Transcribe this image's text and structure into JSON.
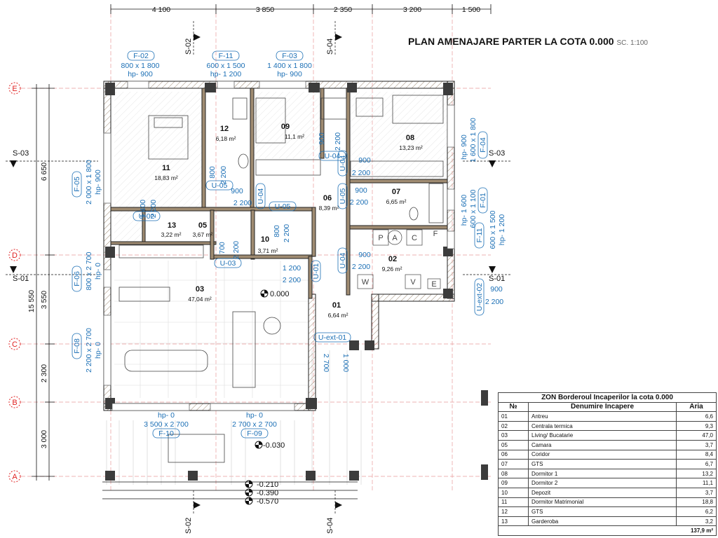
{
  "title": {
    "main": "PLAN AMENAJARE PARTER LA COTA 0.000",
    "scale": "SC. 1:100"
  },
  "top_dims": [
    "4 100",
    "3 850",
    "2 350",
    "3 200",
    "1 500"
  ],
  "left_dims": {
    "upper": "6 650",
    "d_c": "3 550",
    "c_b": "2 300",
    "b_a": "3 000",
    "total": "15 550"
  },
  "axes": [
    "E",
    "D",
    "C",
    "B",
    "A"
  ],
  "sections": {
    "s01": "S-01",
    "s02": "S-02",
    "s03": "S-03",
    "s04": "S-04"
  },
  "rooms": [
    {
      "no": "11",
      "area": "18,83 m²"
    },
    {
      "no": "12",
      "area": "6,18 m²"
    },
    {
      "no": "09",
      "area": "11,1 m²"
    },
    {
      "no": "08",
      "area": "13,23 m²"
    },
    {
      "no": "06",
      "area": "8,39 m²"
    },
    {
      "no": "07",
      "area": "6,65 m²"
    },
    {
      "no": "13",
      "area": "3,22 m²"
    },
    {
      "no": "05",
      "area": "3,67 m²"
    },
    {
      "no": "10",
      "area": "3,71 m²"
    },
    {
      "no": "02",
      "area": "9,26 m²"
    },
    {
      "no": "03",
      "area": "47,04 m²"
    },
    {
      "no": "01",
      "area": "6,64 m²"
    }
  ],
  "tags": {
    "f02": "F-02",
    "f02_dim": "800 x 1 800",
    "f02_hp": "hp- 900",
    "f11a": "F-11",
    "f11a_dim": "600 x 1 500",
    "f11a_hp": "hp- 1 200",
    "f03": "F-03",
    "f03_dim": "1 400 x 1 800",
    "f03_hp": "hp- 900",
    "f04": "F-04",
    "f04_hp": "hp- 900",
    "f04_dim": "1 600 x 1 800",
    "f01": "F-01",
    "f01_hp": "hp- 1 600",
    "f01_dim": "600 x 1 100",
    "f11b": "F-11",
    "f11b_dim": "600 x 1 500",
    "f11b_hp": "hp- 1 200",
    "f05": "F-05",
    "f05_dim": "2 000 x 1 800",
    "f05_hp": "hp- 900",
    "f06": "F-06",
    "f06_dim": "800 x 2 700",
    "f06_hp": "hp- 0",
    "f08": "F-08",
    "f08_dim": "2 200 x 2 700",
    "f08_hp": "hp- 0",
    "f10": "F-10",
    "f10_hp": "hp- 0",
    "f10_dim": "3 500 x 2 700",
    "f09": "F-09",
    "f09_hp": "hp- 0",
    "f09_dim": "2 700 x 2 700",
    "uext02": "U-ext-02",
    "uext02_w": "900",
    "uext02_h": "2 200",
    "uext01": "U-ext-01",
    "uext01_w": "1 000",
    "uext01_h": "2 700",
    "u01": "U-01",
    "u01_w": "1 200",
    "u01_h": "2 200",
    "u02": "U-02",
    "u02_w": "1 400",
    "u02_h": "2 200",
    "u03": "U-03",
    "u03_w": "700",
    "u03_h": "2 200",
    "u04a": "U-04",
    "u04a_w": "900",
    "u04a_h": "2 200",
    "u04b": "U-04",
    "u04b_w": "900",
    "u04b_h": "2 200",
    "u04c": "U-04",
    "u04c_w": "900",
    "u04c_h": "2 200",
    "u04d": "U-04",
    "u04d_w": "900",
    "u04d_h": "2 200",
    "u05a": "U-05",
    "u05a_w": "800",
    "u05a_h": "2 200",
    "u05b": "U-05",
    "u05b_w": "800",
    "u05b_h": "2 200",
    "u05c": "U-05",
    "u05c_w": "900",
    "u05c_h": "2 200"
  },
  "levels": {
    "main": "0.000",
    "terrace": "-0.030",
    "l1": "-0.210",
    "l2": "-0.390",
    "l3": "-0.570"
  },
  "fixtures": {
    "p": "P",
    "a": "A",
    "c": "C",
    "f": "F",
    "w": "W",
    "v": "V",
    "e": "E"
  },
  "schedule": {
    "caption": "ZON Borderoul Incaperilor la cota 0.000",
    "headers": {
      "no": "№",
      "name": "Denumire Incapere",
      "area": "Aria"
    },
    "rows": [
      {
        "no": "01",
        "name": "Antreu",
        "area": "6,6"
      },
      {
        "no": "02",
        "name": "Centrala termica",
        "area": "9,3"
      },
      {
        "no": "03",
        "name": "Living/ Bucatarie",
        "area": "47,0"
      },
      {
        "no": "05",
        "name": "Camara",
        "area": "3,7"
      },
      {
        "no": "06",
        "name": "Coridor",
        "area": "8,4"
      },
      {
        "no": "07",
        "name": "GTS",
        "area": "6,7"
      },
      {
        "no": "08",
        "name": "Dormitor 1",
        "area": "13,2"
      },
      {
        "no": "09",
        "name": "Dormitor 2",
        "area": "11,1"
      },
      {
        "no": "10",
        "name": "Depozit",
        "area": "3,7"
      },
      {
        "no": "11",
        "name": "Dormitor Matrimonial",
        "area": "18,8"
      },
      {
        "no": "12",
        "name": "GTS",
        "area": "6,2"
      },
      {
        "no": "13",
        "name": "Garderoba",
        "area": "3,2"
      }
    ],
    "total": "137,9 m²"
  },
  "colors": {
    "wall": "#a08c72",
    "tag": "#1b6fb5",
    "axis": "#e02020",
    "line": "#111111"
  }
}
